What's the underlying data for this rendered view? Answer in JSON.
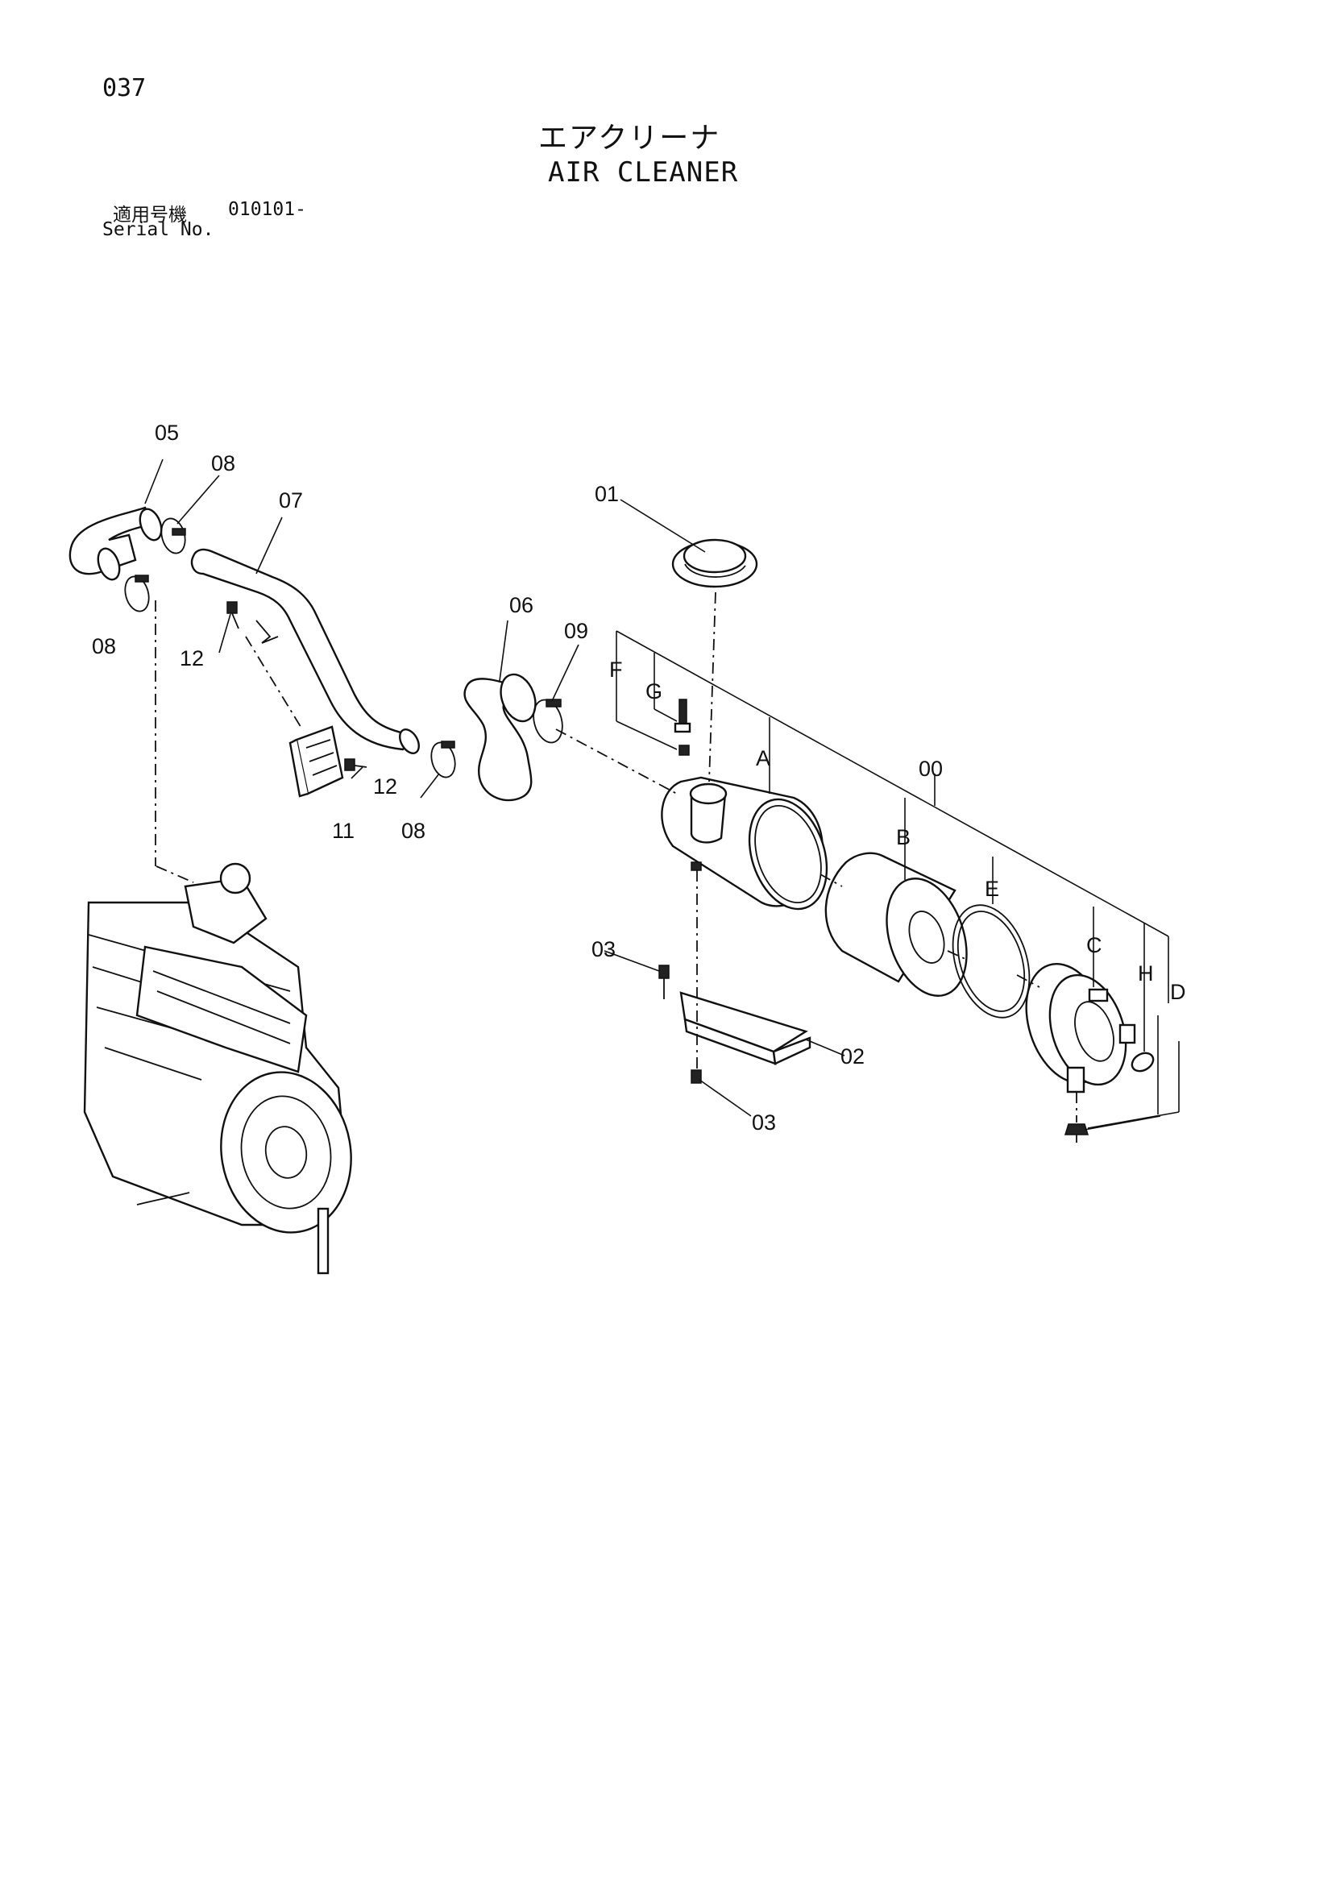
{
  "page": {
    "number": "037",
    "title_jp": "エアクリーナ",
    "title_en": "AIR CLEANER",
    "serial_label_jp": "適用号機",
    "serial_value": "010101-",
    "serial_label_en": "Serial No."
  },
  "callouts": {
    "c00": "00",
    "c01": "01",
    "c02": "02",
    "c03a": "03",
    "c03b": "03",
    "c05": "05",
    "c06": "06",
    "c07": "07",
    "c08a": "08",
    "c08b": "08",
    "c08c": "08",
    "c09": "09",
    "c11": "11",
    "c12a": "12",
    "c12b": "12",
    "cA": "A",
    "cB": "B",
    "cC": "C",
    "cD": "D",
    "cE": "E",
    "cF": "F",
    "cG": "G",
    "cH": "H"
  }
}
